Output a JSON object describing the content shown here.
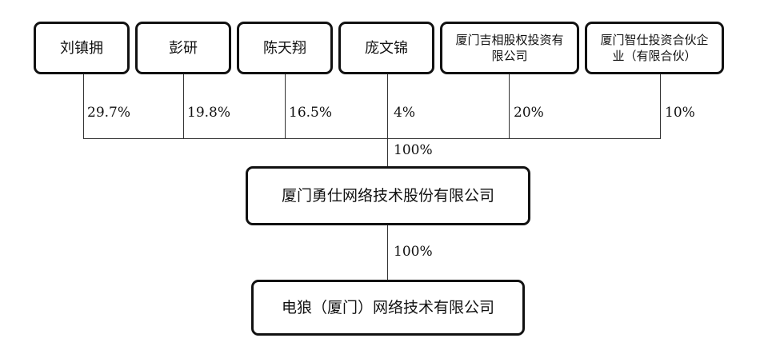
{
  "shareholders": [
    {
      "name": "刘镇拥",
      "share": "29.7%"
    },
    {
      "name": "彭研",
      "share": "19.8%"
    },
    {
      "name": "陈天翔",
      "share": "16.5%"
    },
    {
      "name": "庞文锦",
      "share": "4%"
    },
    {
      "name": "厦门吉相股权投资有限公司",
      "share": "20%"
    },
    {
      "name": "厦门智仕投资合伙企业（有限合伙）",
      "share": "10%"
    }
  ],
  "parent": {
    "name": "厦门勇仕网络技术股份有限公司",
    "share_label": "100%"
  },
  "subsidiary": {
    "name": "电狼（厦门）网络技术有限公司",
    "share_label": "100%"
  }
}
